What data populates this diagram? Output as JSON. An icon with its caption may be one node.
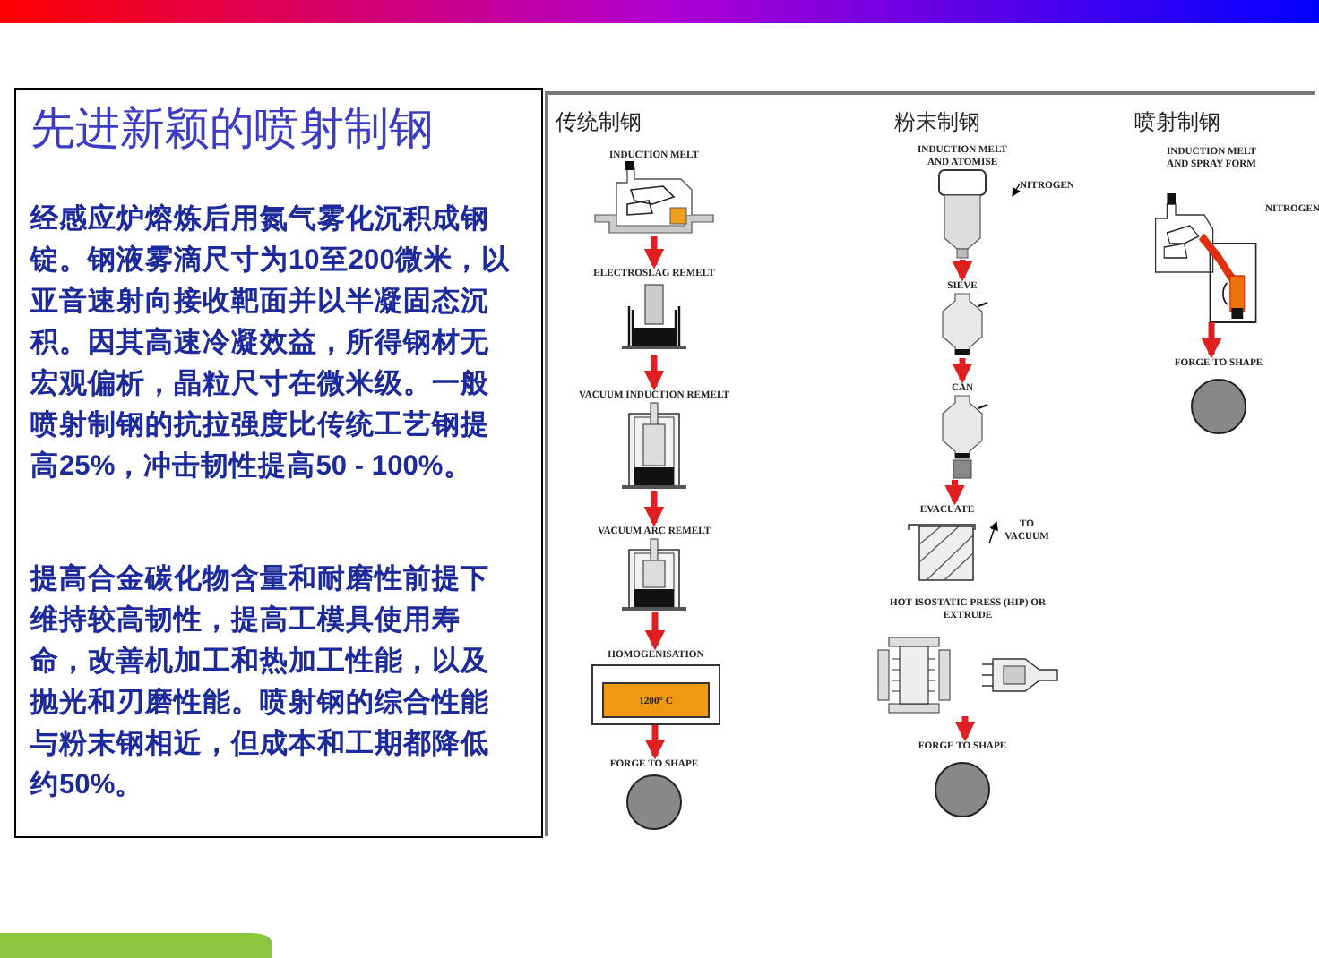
{
  "diagram": {
    "title": "先进新颖的喷射制钢",
    "nodes": [
      {
        "text": [
          "INDUCTION MELT"
        ]
      },
      {
        "text": [
          "ELECTROSLAG REMELT"
        ]
      },
      {
        "text": [
          "VACUUM INDUCTION REMELT"
        ]
      },
      {
        "text": [
          "VACUUM ARC REMELT"
        ]
      },
      {
        "text": [
          "HOMOGENISATION",
          "1200° C"
        ]
      },
      {
        "text": [
          "FORGE TO SHAPE"
        ]
      },
      {
        "text": [
          "INDUCTION MELT AND ATOMISE"
        ]
      },
      {
        "text": [
          "NITROGEN"
        ]
      },
      {
        "text": [
          "SIEVE"
        ]
      },
      {
        "text": [
          "CAN"
        ]
      },
      {
        "text": [
          "EVACUATE"
        ]
      },
      {
        "text": [
          "TO VACUUM"
        ]
      },
      {
        "text": [
          "HOT ISOSTATIC PRESS (HIP) OR EXTRUDE"
        ]
      },
      {
        "text": [
          "FORGE TO SHAPE"
        ]
      },
      {
        "text": [
          "INDUCTION MELT AND SPRAY FORM"
        ],
        "beside": [
          "NITROGEN"
        ]
      },
      {
        "text": [
          "FORGE TO SHAPE"
        ]
      }
    ],
    "edges": [
      {
        "from": 0,
        "to": 1,
        "arrow": "to"
      },
      {
        "from": 1,
        "to": 2,
        "arrow": "to"
      },
      {
        "from": 2,
        "to": 3,
        "arrow": "to"
      },
      {
        "from": 3,
        "to": 4,
        "arrow": "to"
      },
      {
        "from": 4,
        "to": 5,
        "arrow": "to"
      },
      {
        "from": 6,
        "to": 8,
        "arrow": "to"
      },
      {
        "from": 7,
        "to": 6,
        "arrow": "to",
        "color": "#000000"
      },
      {
        "from": 8,
        "to": 9,
        "arrow": "to"
      },
      {
        "from": 9,
        "to": 10,
        "arrow": "to"
      },
      {
        "from": 10,
        "to": 11,
        "arrow": "to",
        "color": "#000000"
      },
      {
        "from": 12,
        "to": 13,
        "arrow": "to"
      },
      {
        "from": 14,
        "to": 15,
        "arrow": "to"
      }
    ],
    "labels": [
      "经感应炉熔炼后用氮气雾化沉积成钢锭。钢液雾滴尺寸为10至200微米，以亚音速射向接收靶面并以半凝固态沉积。因其高速冷凝效益，所得钢材无宏观偏析，晶粒尺寸在微米级。一般喷射制钢的抗拉强度比传统工艺钢提高25%，冲击韧性提高50 - 100%。",
      "提高合金碳化物含量和耐磨性前提下维持较高韧性，提高工模具使用寿命，改善机加工和热加工性能，以及抛光和刃磨性能。喷射钢的综合性能与粉末钢相近，但成本和工期都降低约50%。",
      "传统制钢",
      "粉末制钢",
      "喷射制钢"
    ]
  }
}
